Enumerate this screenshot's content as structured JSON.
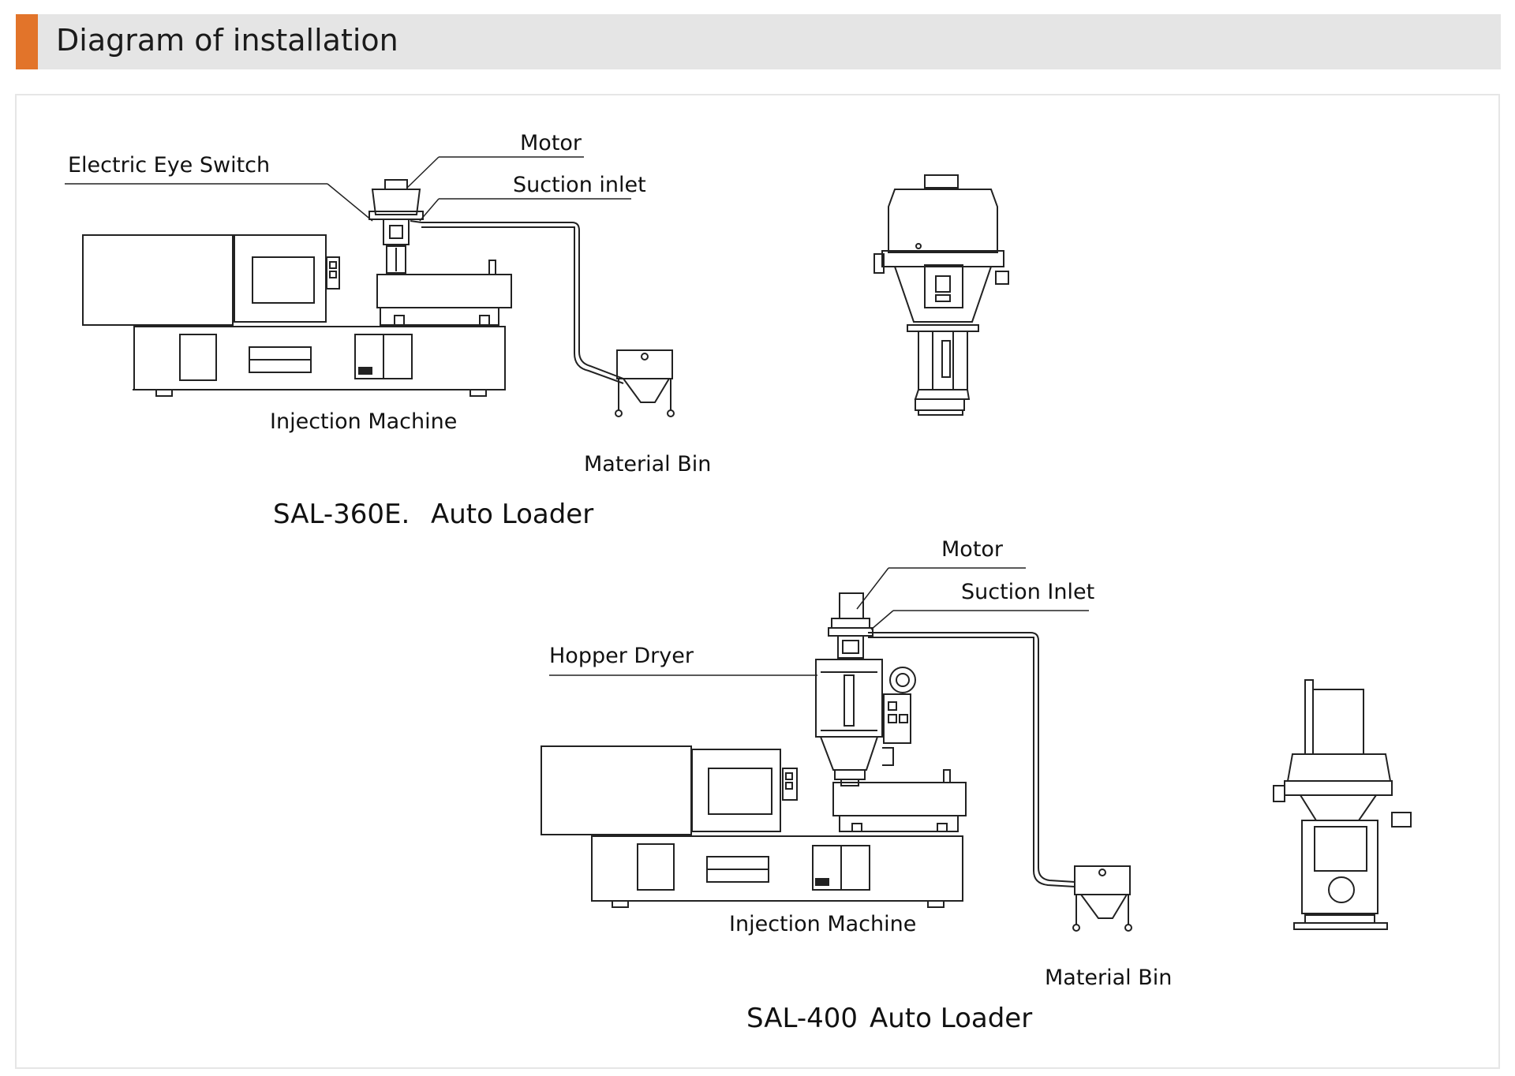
{
  "header": {
    "title": "Diagram of installation",
    "accent_color": "#e2742a",
    "background_color": "#e5e5e5"
  },
  "diagram1": {
    "labels": {
      "electric_eye_switch": "Electric Eye Switch",
      "motor": "Motor",
      "suction_inlet": "Suction inlet",
      "injection_machine": "Injection Machine",
      "material_bin": "Material Bin"
    },
    "caption_model": "SAL-360E.",
    "caption_name": "Auto Loader"
  },
  "diagram2": {
    "labels": {
      "motor": "Motor",
      "suction_inlet": "Suction Inlet",
      "hopper_dryer": "Hopper Dryer",
      "injection_machine": "Injection Machine",
      "material_bin": "Material Bin"
    },
    "caption_model": "SAL-400",
    "caption_name": "Auto Loader"
  }
}
